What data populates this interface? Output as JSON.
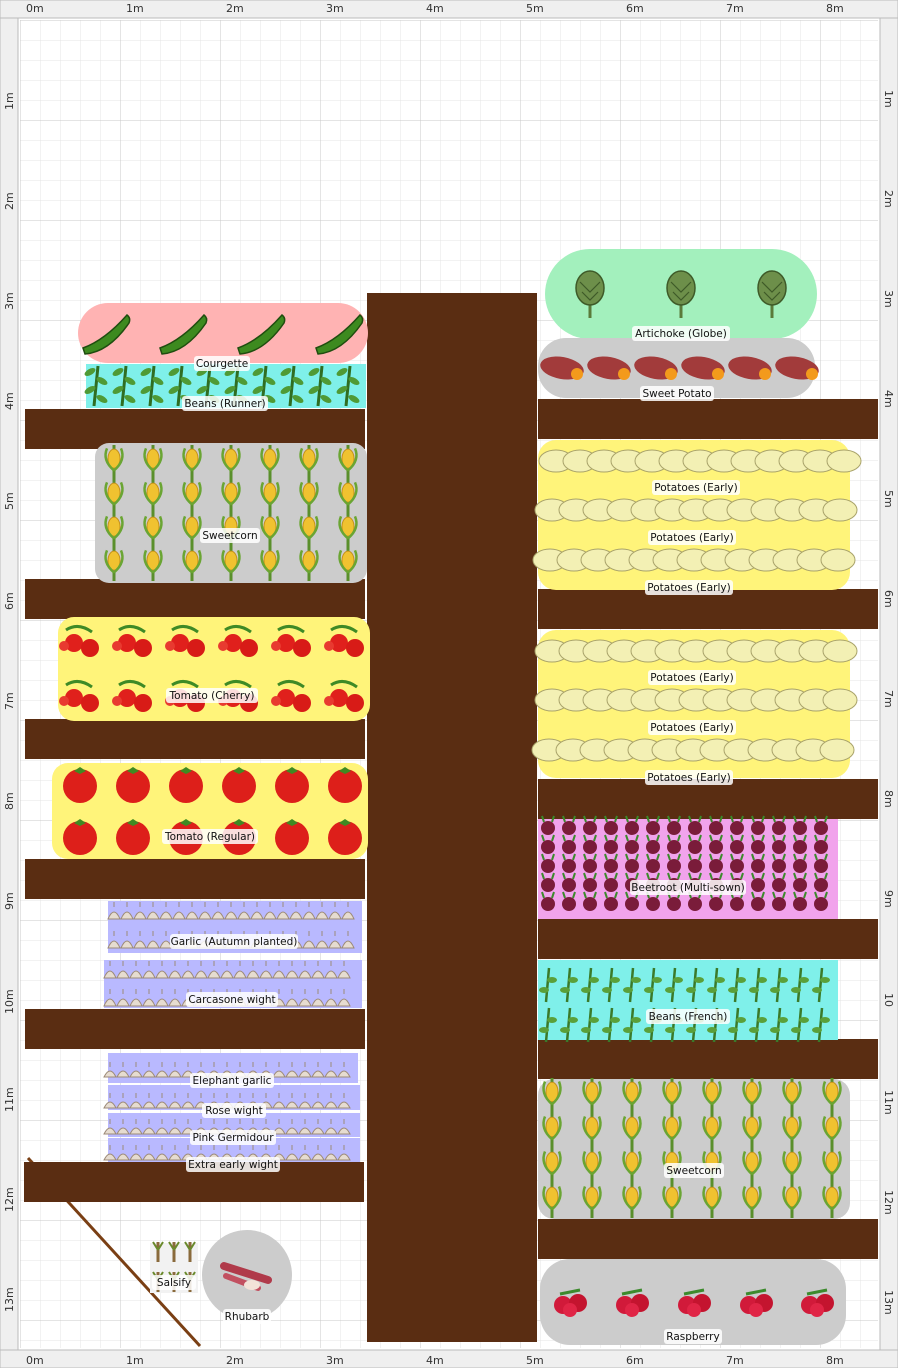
{
  "rulers": {
    "top": [
      "0m",
      "1m",
      "2m",
      "3m",
      "4m",
      "5m",
      "6m",
      "7m",
      "8m"
    ],
    "bottom": [
      "0m",
      "1m",
      "2m",
      "3m",
      "4m",
      "5m",
      "6m",
      "7m",
      "8m"
    ],
    "left": [
      "1m",
      "2m",
      "3m",
      "4m",
      "5m",
      "6m",
      "7m",
      "8m",
      "9m",
      "10m",
      "11m",
      "12m",
      "13m"
    ],
    "right": [
      "1m",
      "2m",
      "3m",
      "4m",
      "5m",
      "6m",
      "7m",
      "8m",
      "9m",
      "10",
      "11m",
      "12m",
      "13m"
    ]
  },
  "colors": {
    "soil": "#5a2d12",
    "pink": "#ffb3b3",
    "green": "#a3f0bd",
    "grey": "#cccccc",
    "yellow": "#fff47a",
    "lavender": "#b9b9ff",
    "aqua": "#7ff0ea",
    "magenta": "#f1a3ec"
  },
  "plants": {
    "artichoke": "Artichoke (Globe)",
    "sweet_potato": "Sweet Potato",
    "courgette": "Courgette",
    "beans_runner": "Beans (Runner)",
    "sweetcorn_left": "Sweetcorn",
    "tomato_cherry": "Tomato (Cherry)",
    "tomato_regular": "Tomato (Regular)",
    "garlic_autumn": "Garlic (Autumn planted)",
    "carcasone": "Carcasone wight",
    "elephant_garlic": "Elephant garlic",
    "rose_wight": "Rose wight",
    "pink_germidour": "Pink Germidour",
    "extra_early": "Extra early wight",
    "salsify": "Salsify",
    "rhubarb": "Rhubarb",
    "potatoes_1": "Potatoes (Early)",
    "potatoes_2": "Potatoes (Early)",
    "potatoes_3": "Potatoes (Early)",
    "potatoes_4": "Potatoes (Early)",
    "potatoes_5": "Potatoes (Early)",
    "potatoes_6": "Potatoes (Early)",
    "beetroot": "Beetroot (Multi-sown)",
    "beans_french": "Beans (French)",
    "sweetcorn_right": "Sweetcorn",
    "raspberry": "Raspberry"
  }
}
